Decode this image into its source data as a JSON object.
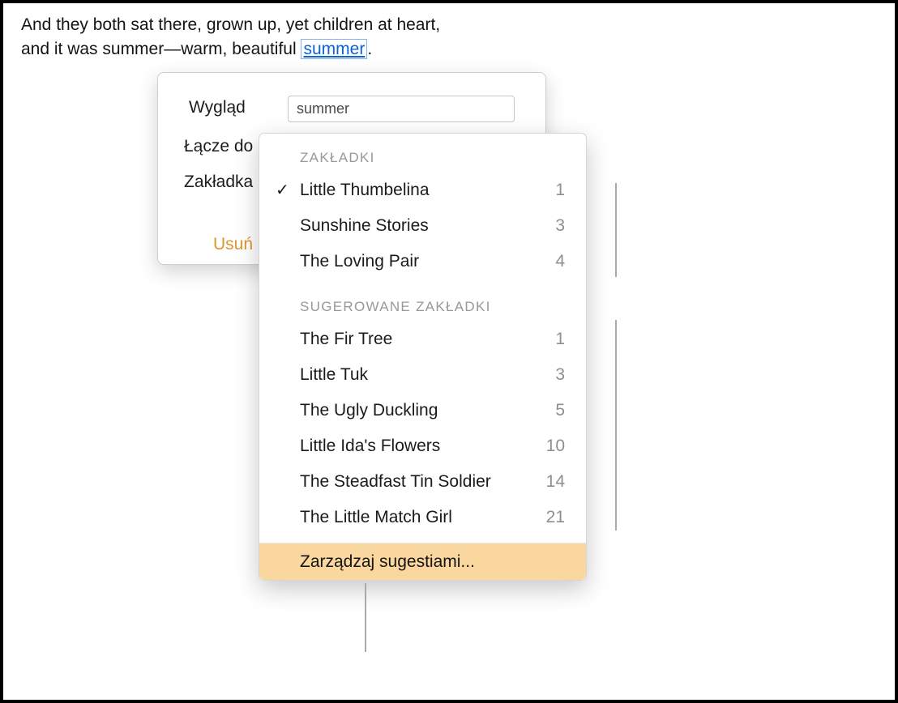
{
  "document": {
    "line1": "And they both sat there, grown up, yet children at heart,",
    "line2_prefix": "and it was summer—warm, beautiful ",
    "link_text": "summer",
    "line2_suffix": "."
  },
  "popover": {
    "appearance_label": "Wygląd",
    "appearance_value": "summer",
    "link_to_label": "Łącze do",
    "bookmark_label": "Zakładka",
    "remove_label": "Usuń"
  },
  "menu": {
    "checkmark": "✓",
    "sections": [
      {
        "header": "ZAKŁADKI",
        "items": [
          {
            "label": "Little Thumbelina",
            "page": "1",
            "checked": true
          },
          {
            "label": "Sunshine Stories",
            "page": "3",
            "checked": false
          },
          {
            "label": "The Loving Pair",
            "page": "4",
            "checked": false
          }
        ]
      },
      {
        "header": "SUGEROWANE ZAKŁADKI",
        "items": [
          {
            "label": "The Fir Tree",
            "page": "1",
            "checked": false
          },
          {
            "label": "Little Tuk",
            "page": "3",
            "checked": false
          },
          {
            "label": "The Ugly Duckling",
            "page": "5",
            "checked": false
          },
          {
            "label": "Little Ida's Flowers",
            "page": "10",
            "checked": false
          },
          {
            "label": "The Steadfast Tin Soldier",
            "page": "14",
            "checked": false
          },
          {
            "label": "The Little Match Girl",
            "page": "21",
            "checked": false
          }
        ]
      }
    ],
    "manage_label": "Zarządzaj sugestiami..."
  },
  "colors": {
    "link_blue": "#0b63da",
    "accent_orange": "#e0962f",
    "menu_highlight": "#fbd7a0",
    "callout_gray": "#aaaaaa"
  }
}
